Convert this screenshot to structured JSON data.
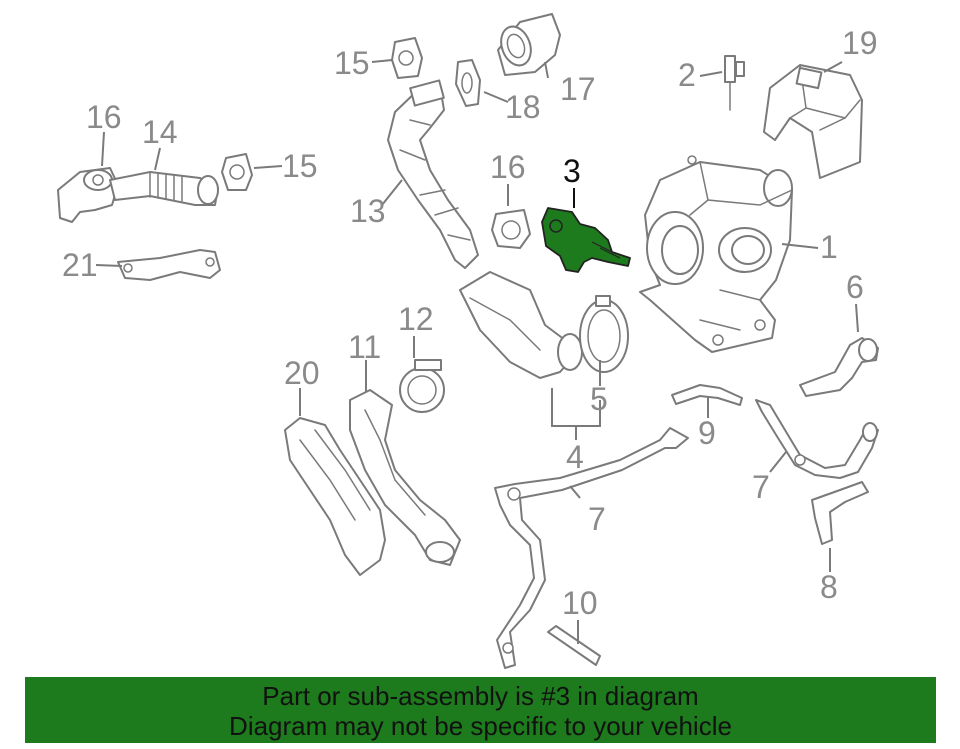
{
  "colors": {
    "highlight_part": "#1d7a1d",
    "banner_background": "#1d7a1d",
    "line_art": "#7a7a7a",
    "highlight_label": "#111111"
  },
  "callouts": {
    "c1": "1",
    "c2": "2",
    "c3": "3",
    "c4": "4",
    "c5": "5",
    "c6": "6",
    "c7a": "7",
    "c7b": "7",
    "c8": "8",
    "c9": "9",
    "c10": "10",
    "c11": "11",
    "c12": "12",
    "c13": "13",
    "c14": "14",
    "c15a": "15",
    "c15b": "15",
    "c16a": "16",
    "c16b": "16",
    "c17": "17",
    "c18": "18",
    "c19": "19",
    "c20": "20",
    "c21": "21"
  },
  "highlighted_part": "3",
  "banner": {
    "line1": "Part or sub-assembly is #3 in diagram",
    "line2": "Diagram may not be specific to your vehicle"
  }
}
